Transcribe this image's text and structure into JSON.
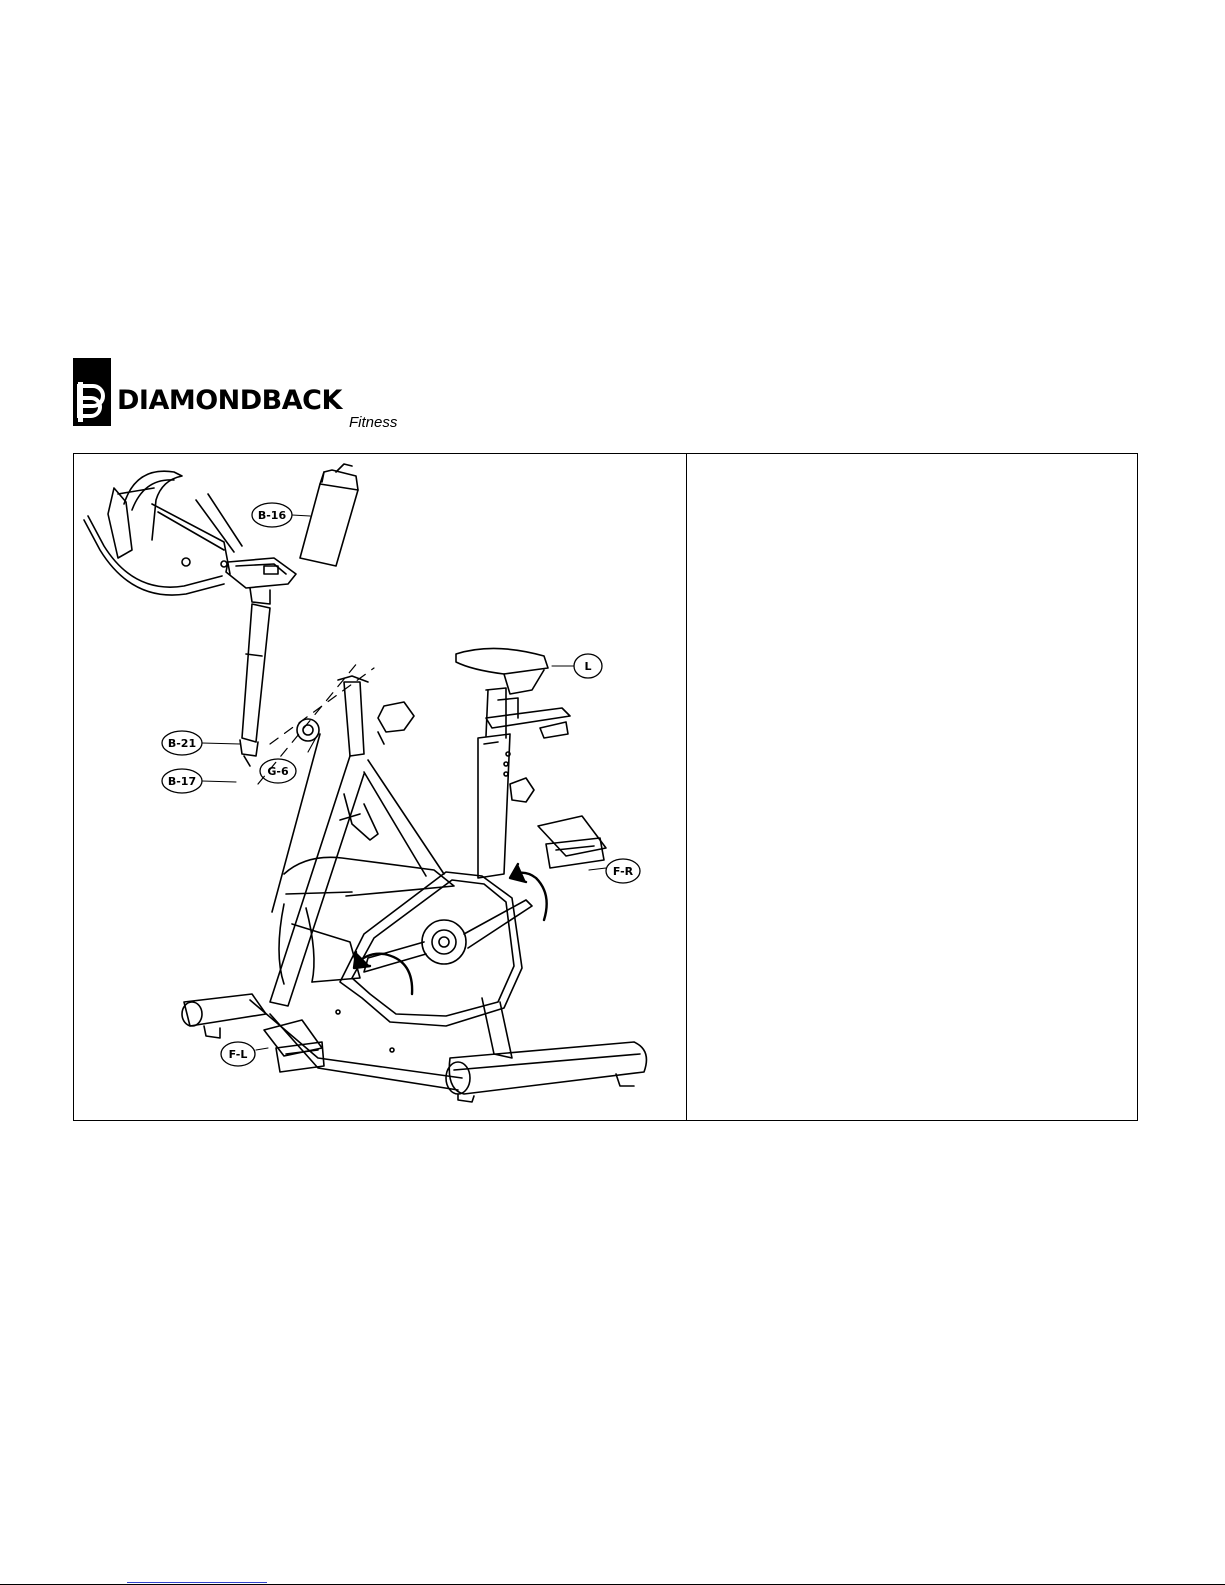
{
  "brand": {
    "name": "DIAMONDBACK",
    "sub": "Fitness"
  },
  "figure": {
    "callouts": [
      {
        "id": "b16",
        "label": "B-16"
      },
      {
        "id": "b21",
        "label": "B-21"
      },
      {
        "id": "b17",
        "label": "B-17"
      },
      {
        "id": "g6",
        "label": "G-6"
      },
      {
        "id": "l",
        "label": "L"
      },
      {
        "id": "fr",
        "label": "F-R"
      },
      {
        "id": "fl",
        "label": "F-L"
      }
    ]
  },
  "colors": {
    "line": "#000000",
    "background": "#ffffff",
    "link": "#3344cc"
  }
}
